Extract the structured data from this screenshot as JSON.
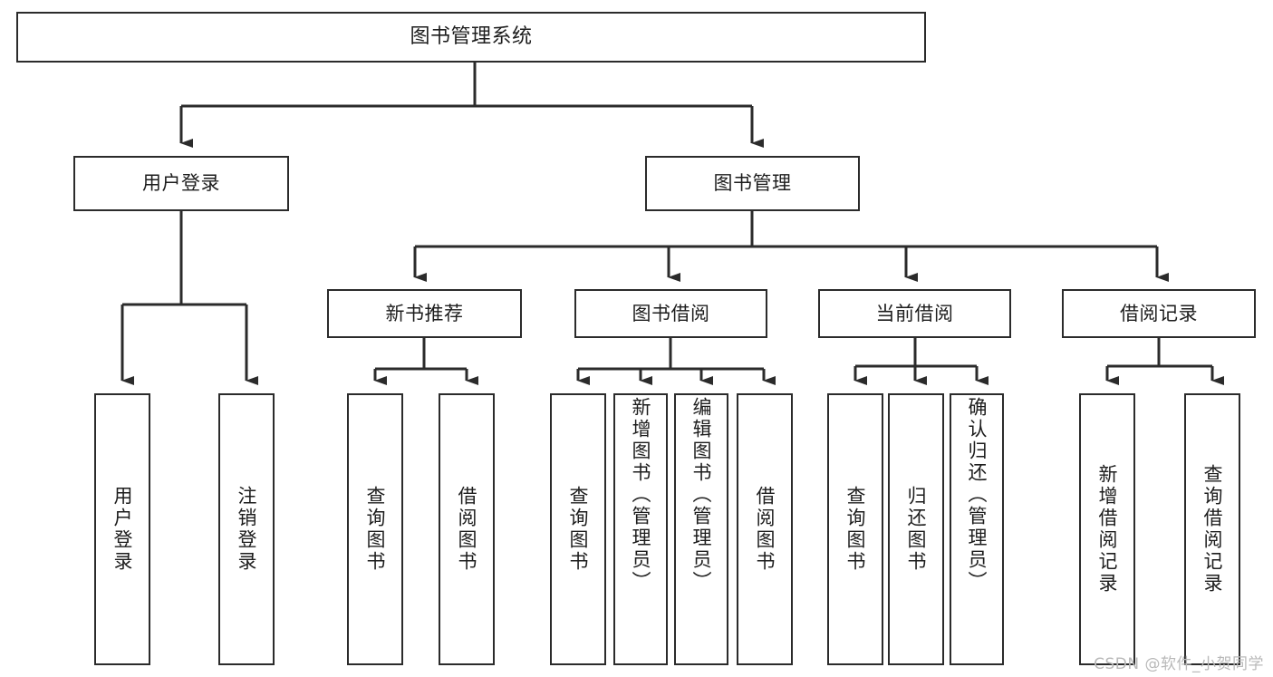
{
  "diagram": {
    "type": "tree",
    "title": "图书管理系统",
    "orientation": "top-down",
    "stroke_color": "#2b2b2b",
    "fill_color": "#ffffff",
    "background": "#ffffff",
    "levels": 4
  },
  "nodes": {
    "root": {
      "label": "图书管理系统"
    },
    "level1": [
      {
        "id": "user-login",
        "label": "用户登录"
      },
      {
        "id": "book-manage",
        "label": "图书管理"
      }
    ],
    "level2": [
      {
        "id": "new-book-recommend",
        "label": "新书推荐"
      },
      {
        "id": "book-borrow",
        "label": "图书借阅"
      },
      {
        "id": "current-borrow",
        "label": "当前借阅"
      },
      {
        "id": "borrow-record",
        "label": "借阅记录"
      }
    ],
    "leaves": {
      "user_login": [
        {
          "id": "leaf-user-login",
          "label": "用户登录"
        },
        {
          "id": "leaf-logout",
          "label": "注销登录"
        }
      ],
      "new_book_recommend": [
        {
          "id": "leaf-query-book-1",
          "label": "查询图书"
        },
        {
          "id": "leaf-borrow-book-1",
          "label": "借阅图书"
        }
      ],
      "book_borrow": [
        {
          "id": "leaf-query-book-2",
          "label": "查询图书"
        },
        {
          "id": "leaf-add-book",
          "label": "新增图书（管理员）"
        },
        {
          "id": "leaf-edit-book",
          "label": "编辑图书（管理员）"
        },
        {
          "id": "leaf-borrow-book-2",
          "label": "借阅图书"
        }
      ],
      "current_borrow": [
        {
          "id": "leaf-query-book-3",
          "label": "查询图书"
        },
        {
          "id": "leaf-return-book",
          "label": "归还图书"
        },
        {
          "id": "leaf-confirm-return",
          "label": "确认归还（管理员）"
        }
      ],
      "borrow_record": [
        {
          "id": "leaf-add-record",
          "label": "新增借阅记录"
        },
        {
          "id": "leaf-query-record",
          "label": "查询借阅记录"
        }
      ]
    }
  },
  "watermark": {
    "text": "CSDN @软件_小贺同学"
  }
}
